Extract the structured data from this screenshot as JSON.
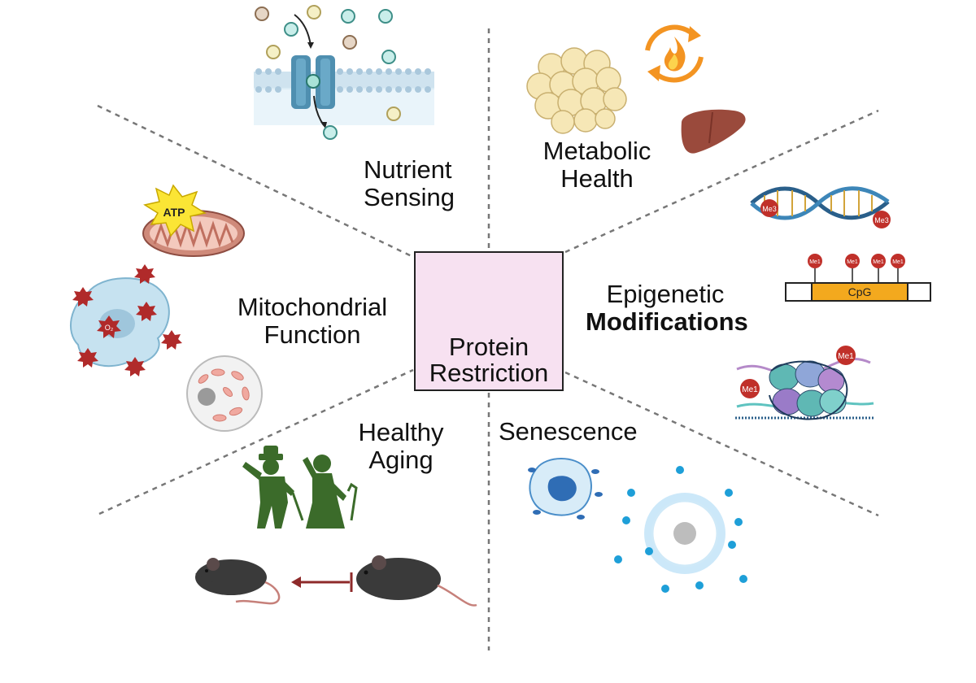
{
  "center": {
    "line1": "Protein",
    "line2": "Restriction"
  },
  "sections": {
    "nutrient_sensing": {
      "line1": "Nutrient",
      "line2": "Sensing"
    },
    "metabolic_health": {
      "line1": "Metabolic",
      "line2": "Health"
    },
    "mitochondrial_function": {
      "line1": "Mitochondrial",
      "line2": "Function"
    },
    "epigenetic_modifications": {
      "line1": "Epigenetic",
      "line2": "Modifications"
    },
    "healthy_aging": {
      "line1": "Healthy",
      "line2": "Aging"
    },
    "senescence": {
      "line1": "Senescence"
    }
  },
  "icon_labels": {
    "atp": "ATP",
    "me3": "Me3",
    "me1": "Me1",
    "cpg": "CpG",
    "o2": "O₂"
  },
  "colors": {
    "divider": "#777777",
    "center_fill": "#f7e1f1",
    "mouse_body": "#3a3a3a",
    "figure_green": "#3b6b2a",
    "methyl_red": "#c0302a",
    "cpg_fill": "#f3a91e",
    "ros_red": "#b02a2a",
    "flame_orange": "#f39422",
    "liver_brown": "#9a4a3c",
    "cell_blue": "#4a8ec9"
  }
}
